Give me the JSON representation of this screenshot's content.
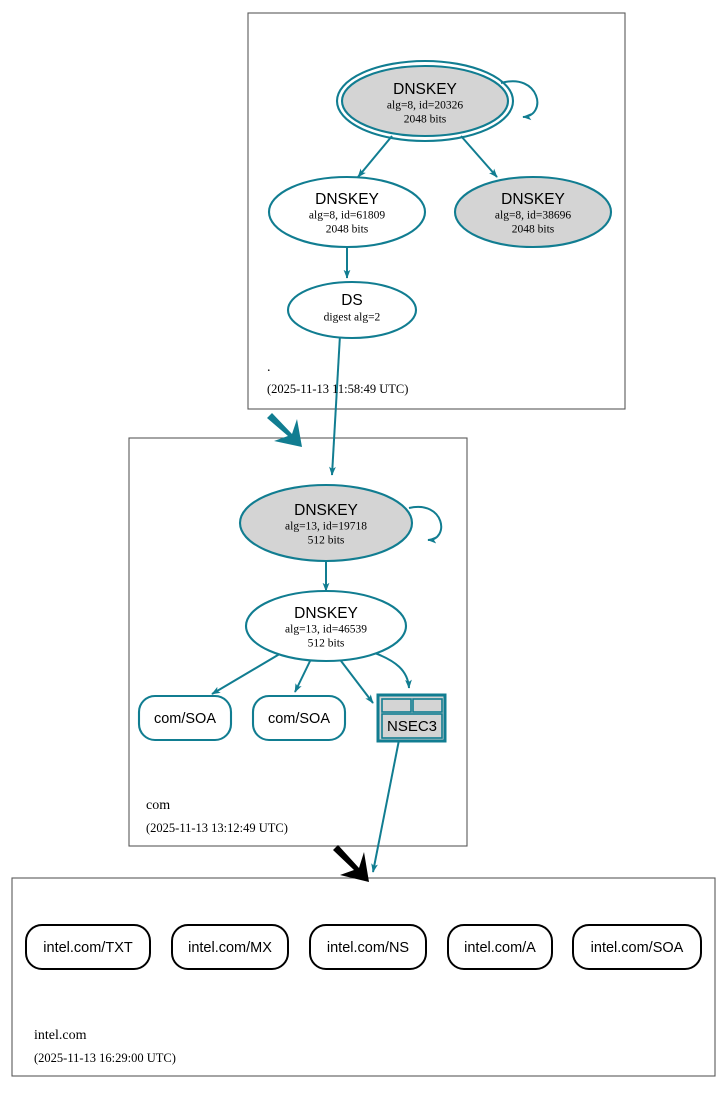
{
  "diagram": {
    "kind": "dnssec-authentication-chain",
    "colors": {
      "accent_teal": "#117D91",
      "node_fill_gray": "#d4d4d4",
      "node_fill_white": "#ffffff",
      "zone_border": "#595959",
      "text": "#000000",
      "leaf_border": "#000000"
    }
  },
  "zones": [
    {
      "id": "root",
      "name": ".",
      "timestamp": "(2025-11-13 11:58:49 UTC)",
      "nodes": [
        {
          "id": "root-ksk",
          "type": "DNSKEY",
          "title": "DNSKEY",
          "line2": "alg=8, id=20326",
          "line3": "2048 bits",
          "shape": "double-ellipse",
          "fill": "gray",
          "self_loop": true
        },
        {
          "id": "root-zsk-61809",
          "type": "DNSKEY",
          "title": "DNSKEY",
          "line2": "alg=8, id=61809",
          "line3": "2048 bits",
          "shape": "ellipse",
          "fill": "white",
          "self_loop": false
        },
        {
          "id": "root-zsk-38696",
          "type": "DNSKEY",
          "title": "DNSKEY",
          "line2": "alg=8, id=38696",
          "line3": "2048 bits",
          "shape": "ellipse",
          "fill": "gray",
          "self_loop": false
        },
        {
          "id": "root-ds",
          "type": "DS",
          "title": "DS",
          "line2": "digest alg=2",
          "line3": "",
          "shape": "ellipse",
          "fill": "white",
          "self_loop": false
        }
      ]
    },
    {
      "id": "com",
      "name": "com",
      "timestamp": "(2025-11-13 13:12:49 UTC)",
      "nodes": [
        {
          "id": "com-ksk",
          "type": "DNSKEY",
          "title": "DNSKEY",
          "line2": "alg=13, id=19718",
          "line3": "512 bits",
          "shape": "ellipse",
          "fill": "gray",
          "self_loop": true
        },
        {
          "id": "com-zsk",
          "type": "DNSKEY",
          "title": "DNSKEY",
          "line2": "alg=13, id=46539",
          "line3": "512 bits",
          "shape": "ellipse",
          "fill": "white",
          "self_loop": false
        },
        {
          "id": "com-soa-1",
          "type": "RRSET",
          "title": "com/SOA",
          "shape": "rounded-box",
          "fill": "white"
        },
        {
          "id": "com-soa-2",
          "type": "RRSET",
          "title": "com/SOA",
          "shape": "rounded-box",
          "fill": "white"
        },
        {
          "id": "com-nsec3",
          "type": "NSEC3",
          "title": "NSEC3",
          "shape": "nsec-box",
          "fill": "gray"
        }
      ]
    },
    {
      "id": "intel",
      "name": "intel.com",
      "timestamp": "(2025-11-13 16:29:00 UTC)",
      "nodes": [
        {
          "id": "intel-txt",
          "type": "RRSET",
          "title": "intel.com/TXT",
          "shape": "rounded-box",
          "fill": "white"
        },
        {
          "id": "intel-mx",
          "type": "RRSET",
          "title": "intel.com/MX",
          "shape": "rounded-box",
          "fill": "white"
        },
        {
          "id": "intel-ns",
          "type": "RRSET",
          "title": "intel.com/NS",
          "shape": "rounded-box",
          "fill": "white"
        },
        {
          "id": "intel-a",
          "type": "RRSET",
          "title": "intel.com/A",
          "shape": "rounded-box",
          "fill": "white"
        },
        {
          "id": "intel-soa",
          "type": "RRSET",
          "title": "intel.com/SOA",
          "shape": "rounded-box",
          "fill": "white"
        }
      ]
    }
  ],
  "edges": [
    {
      "from": "root-ksk",
      "to": "root-ksk",
      "style": "self-loop"
    },
    {
      "from": "root-ksk",
      "to": "root-zsk-61809",
      "style": "arrow"
    },
    {
      "from": "root-ksk",
      "to": "root-zsk-38696",
      "style": "arrow"
    },
    {
      "from": "root-zsk-61809",
      "to": "root-ds",
      "style": "arrow"
    },
    {
      "from": "root-ds",
      "to": "com-ksk",
      "style": "arrow"
    },
    {
      "from": "root",
      "to": "com",
      "style": "delegation-teal"
    },
    {
      "from": "com-ksk",
      "to": "com-ksk",
      "style": "self-loop"
    },
    {
      "from": "com-ksk",
      "to": "com-zsk",
      "style": "arrow"
    },
    {
      "from": "com-zsk",
      "to": "com-soa-1",
      "style": "arrow"
    },
    {
      "from": "com-zsk",
      "to": "com-soa-2",
      "style": "arrow"
    },
    {
      "from": "com-zsk",
      "to": "com-nsec3",
      "style": "arrow"
    },
    {
      "from": "com-zsk",
      "to": "com-nsec3",
      "style": "arrow-curve"
    },
    {
      "from": "com-nsec3",
      "to": "intel",
      "style": "arrow"
    },
    {
      "from": "com",
      "to": "intel",
      "style": "delegation-black"
    }
  ]
}
